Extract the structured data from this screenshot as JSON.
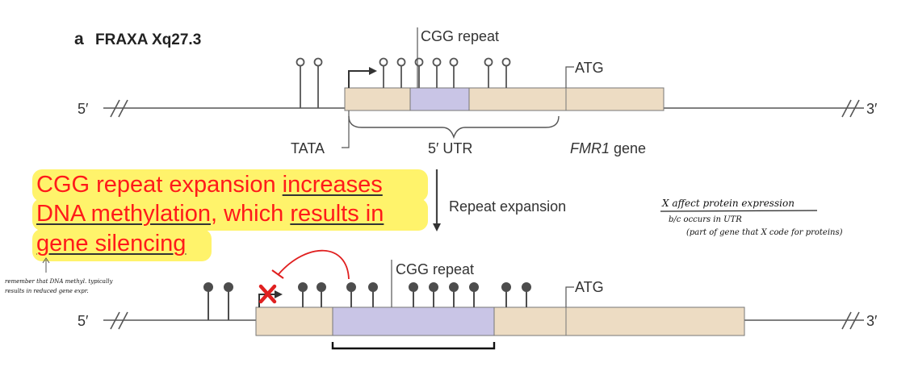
{
  "figure": {
    "panel_letter": "a",
    "panel_title": "FRAXA Xq27.3",
    "labels": {
      "cgg_repeat_top": "CGG repeat",
      "atg_top": "ATG",
      "five_prime_top": "5′",
      "three_prime_top": "3′",
      "tata": "TATA",
      "five_utr": "5′ UTR",
      "gene_name": "FMR1",
      "gene_word": " gene",
      "repeat_expansion": "Repeat expansion",
      "cgg_repeat_bottom": "CGG repeat",
      "atg_bottom": "ATG",
      "five_prime_bottom": "5′",
      "three_prime_bottom": "3′"
    },
    "colors": {
      "exon": "#eddcc3",
      "repeat": "#c9c5e6",
      "line": "#555555",
      "methyl_filled": "#4d4d4d",
      "annotation_red": "#e02020",
      "highlight": "#fff36b"
    }
  },
  "annotations": {
    "note_line1_a": "CGG repeat expansion ",
    "note_line1_b": "increases",
    "note_line2_a": "DNA methylation",
    "note_line2_b": ", which ",
    "note_line2_c": "results in",
    "note_line3": "gene silencing",
    "hand_note_left_1": "remember that DNA methyl. typically",
    "hand_note_left_2": "results in reduced gene expr.",
    "hand_note_right_1": "X affect protein expression",
    "hand_note_right_2": "b/c occurs in UTR",
    "hand_note_right_3": "(part of gene that X code for proteins)"
  }
}
